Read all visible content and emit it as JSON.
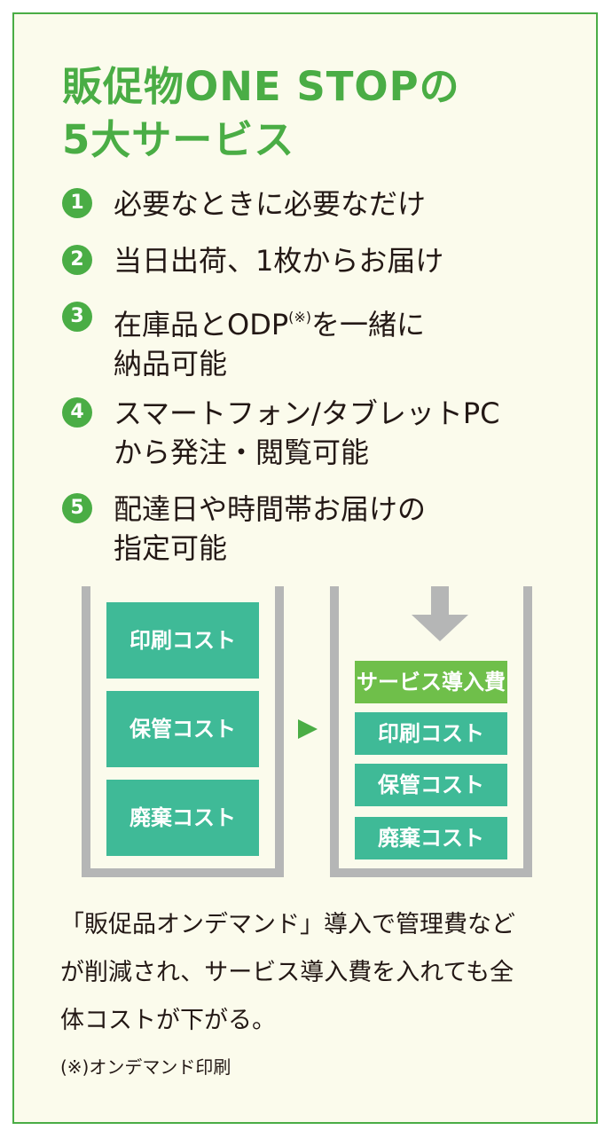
{
  "title": {
    "line1": "販促物ONE STOPの",
    "line2": "5大サービス"
  },
  "features": [
    {
      "num": "1",
      "lines": [
        "必要なときに必要なだけ"
      ]
    },
    {
      "num": "2",
      "lines": [
        "当日出荷、1枚からお届け"
      ]
    },
    {
      "num": "3",
      "line1_pre": "在庫品とODP",
      "line1_sup": "(※)",
      "line1_post": "を一緒に",
      "line2": "納品可能"
    },
    {
      "num": "4",
      "lines": [
        "スマートフォン/タブレットPC",
        "から発注・閲覧可能"
      ]
    },
    {
      "num": "5",
      "lines": [
        "配達日や時間帯お届けの",
        "指定可能"
      ]
    }
  ],
  "diagram": {
    "before": [
      "印刷コスト",
      "保管コスト",
      "廃棄コスト"
    ],
    "after": [
      "サービス導入費",
      "印刷コスト",
      "保管コスト",
      "廃棄コスト"
    ],
    "colors": {
      "cost": "#3fba97",
      "service": "#6fbf4a",
      "bin": "#b5b6b6",
      "arrow": "#4aad45",
      "down_arrow": "#b5b6b6"
    }
  },
  "description": {
    "line1": "「販促品オンデマンド」導入で管理費など",
    "line2": "が削減され、サービス導入費を入れても全",
    "line3": "体コストが下がる。"
  },
  "note": "(※)オンデマンド印刷",
  "colors": {
    "accent": "#4aad45",
    "background": "#fbfbec",
    "border": "#4aad45"
  }
}
